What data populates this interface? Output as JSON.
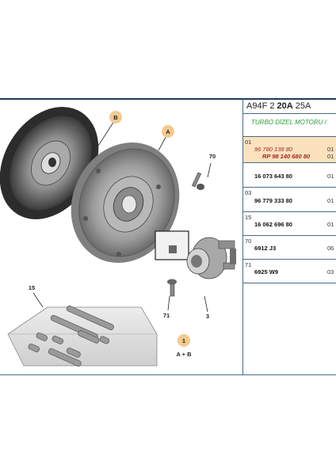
{
  "header": {
    "prefix": "A94F 2 ",
    "bold": "20A",
    "suffix": " 25A"
  },
  "subtitle": "TURBO DİZEL MOTORU /",
  "callouts": {
    "b": "B",
    "a": "A",
    "n70": "70",
    "n15": "15",
    "n71": "71",
    "n3": "3",
    "n1": "1",
    "ab": "A + B"
  },
  "rows": [
    {
      "code": "01",
      "lines": [
        {
          "text": "96 780 138 80",
          "qty": "01",
          "style": "it"
        },
        {
          "text": "RP 98 140 680 80",
          "qty": "01",
          "style": "itb"
        }
      ],
      "highlight": true
    },
    {
      "code": "",
      "lines": [
        {
          "text": "16 073 643 80",
          "qty": "01",
          "style": "b"
        }
      ]
    },
    {
      "code": "03",
      "lines": [
        {
          "text": "96 779 333 80",
          "qty": "01",
          "style": "b"
        }
      ]
    },
    {
      "code": "15",
      "lines": [
        {
          "text": "16 062 696 80",
          "qty": "01",
          "style": "b"
        }
      ]
    },
    {
      "code": "70",
      "lines": [
        {
          "text": "6912 J3",
          "qty": "06",
          "style": "b"
        }
      ]
    },
    {
      "code": "71",
      "lines": [
        {
          "text": "6925 W9",
          "qty": "03",
          "style": "b"
        }
      ]
    }
  ]
}
